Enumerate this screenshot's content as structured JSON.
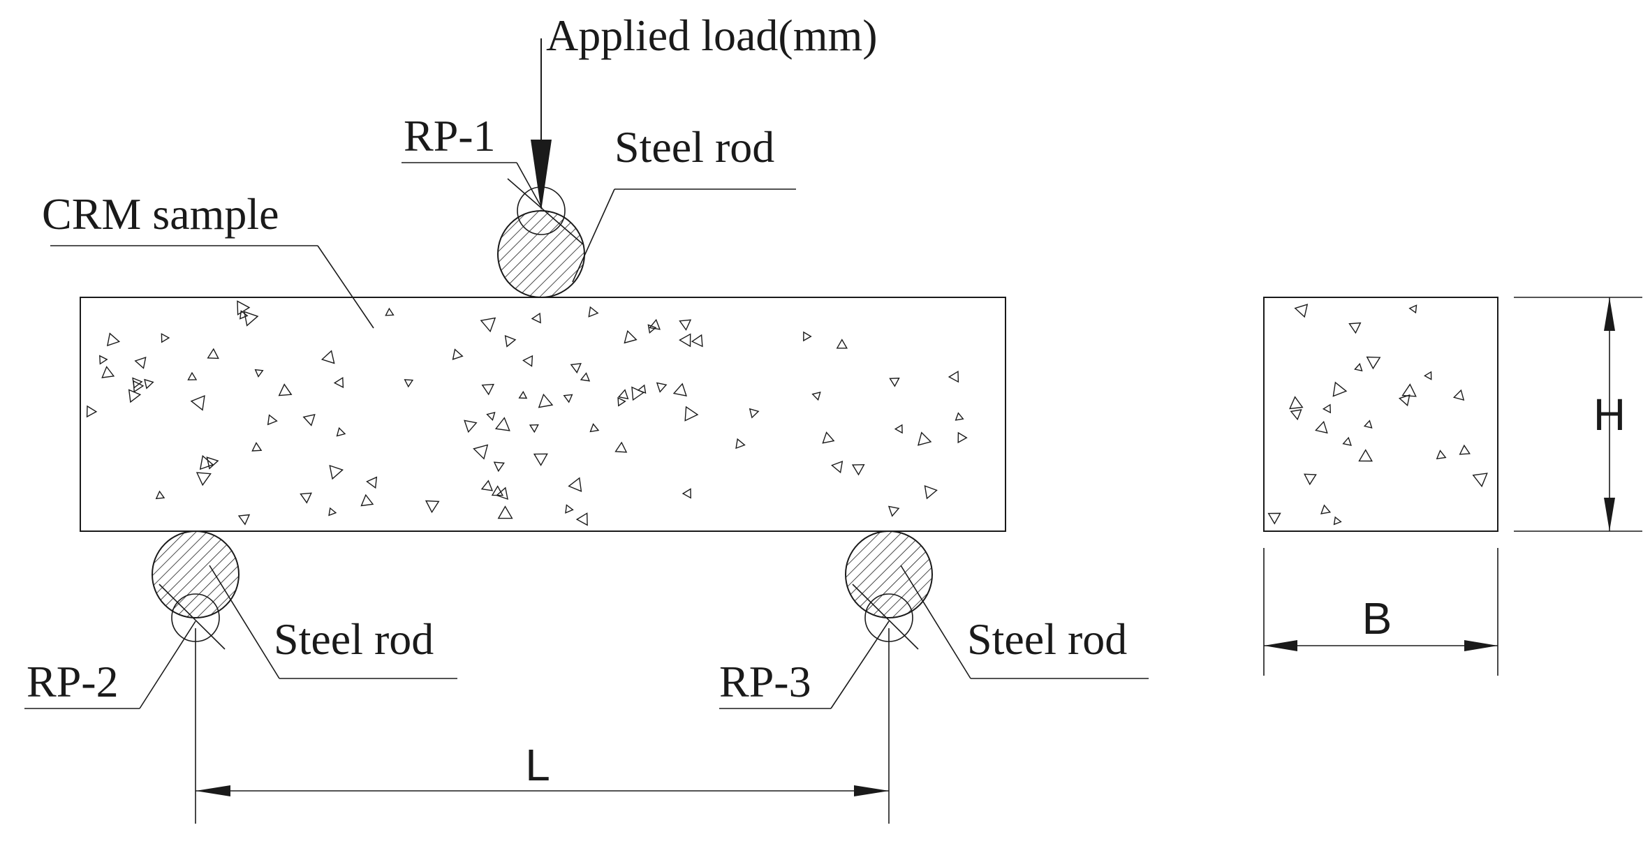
{
  "labels": {
    "applied_load": "Applied load(mm)",
    "rp1": "RP-1",
    "rp2": "RP-2",
    "rp3": "RP-3",
    "steel_rod_top": "Steel rod",
    "steel_rod_left": "Steel rod",
    "steel_rod_right": "Steel rod",
    "crm_sample": "CRM sample",
    "span": "L",
    "width": "B",
    "height": "H"
  },
  "colors": {
    "line": "#1a1a1a",
    "background": "#ffffff"
  }
}
